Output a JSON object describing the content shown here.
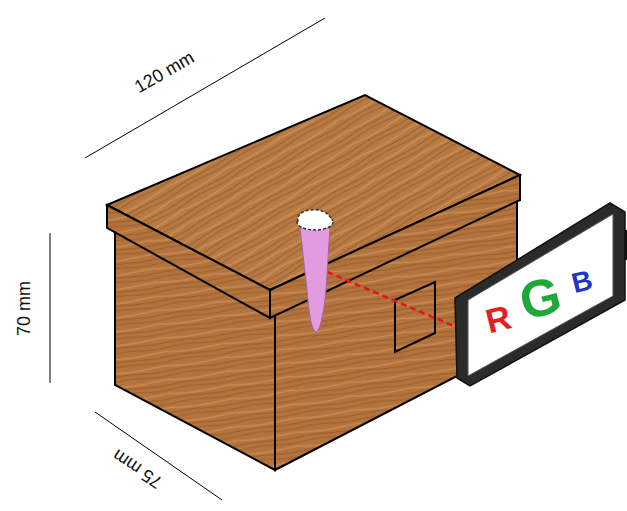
{
  "diagram": {
    "nodes": [
      {
        "text": [
          "R",
          "G",
          "B"
        ]
      }
    ],
    "labels": [
      "120 mm",
      "70 mm",
      "75 mm"
    ]
  }
}
